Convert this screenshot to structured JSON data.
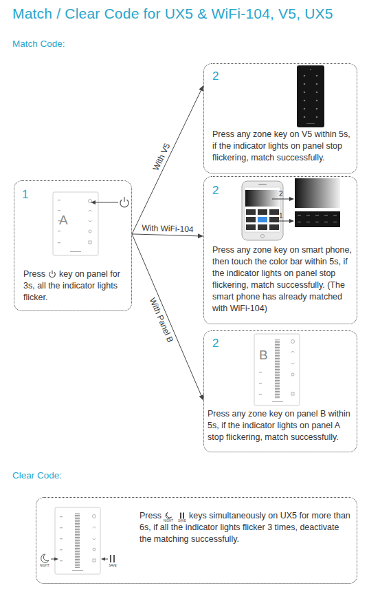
{
  "diagram": {
    "title": "Match / Clear Code for UX5 & WiFi-104, V5, UX5",
    "nodes": [
      {
        "text": [
          "1",
          "Press",
          "key on panel for 3s, all the indicator lights flicker."
        ]
      },
      {
        "text": [
          "2",
          "Press any zone key on V5 within 5s, if the indicator lights on panel stop flickering, match successfully."
        ]
      },
      {
        "text": [
          "2",
          "Press any zone key on smart phone, then touch the color bar within 5s, if the indicator lights on panel stop flickering, match successfully. (The smart phone has already matched with WiFi-104)"
        ]
      },
      {
        "text": [
          "2",
          "Press any zone key on panel B within 5s, if the indicator lights on panel A stop flickering, match successfully."
        ]
      },
      {
        "text": [
          "Press",
          "keys simultaneously on UX5 for more than 6s, if all the indicator lights flicker 3 times, deactivate the matching successfully."
        ]
      }
    ],
    "edges": [
      {
        "from": 0,
        "to": 1,
        "arrow": "to",
        "label": "With V5"
      },
      {
        "from": 0,
        "to": 2,
        "arrow": "to",
        "label": "With WiFi-104"
      },
      {
        "from": 0,
        "to": 3,
        "arrow": "to",
        "label": "With Panel B"
      }
    ],
    "labels": [
      "Match Code:",
      "A",
      "2",
      "1",
      "B",
      "Clear Code:",
      "NIGHT",
      "SAVE",
      "NIGHT",
      "SAVE"
    ]
  }
}
